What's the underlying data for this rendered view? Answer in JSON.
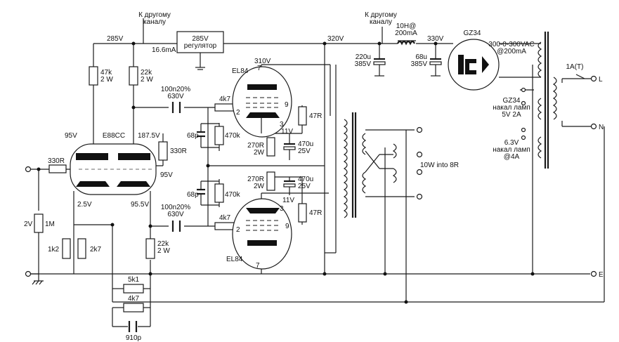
{
  "notes": {
    "other_channel_left": "К другому\nканалу",
    "other_channel_right": "К другому\nканалу"
  },
  "rails": {
    "v285": "285V",
    "v320": "320V",
    "v330": "330V",
    "current": "16.6mA"
  },
  "regulator": {
    "label": "285V\nрегулятор"
  },
  "choke": {
    "label": "10H@\n200mA"
  },
  "caps_supply": {
    "c220": "220u\n385V",
    "c68": "68u\n385V"
  },
  "rectifier": {
    "name": "GZ34"
  },
  "mains": {
    "secondary_hv": "300-0-300VAC\n@200mA",
    "fuse": "1A(T)",
    "heater_gz34": "GZ34\nнакал ламп\n5V 2A",
    "heater_63": "6.3V\nнакал ламп\n@4A",
    "L": "L",
    "N": "N",
    "E": "E"
  },
  "driver": {
    "tube": "E88CC",
    "r47k": "47k\n2 W",
    "r22k_top": "22k\n2 W",
    "r22k_bot": "22k\n2 W",
    "r330_cath": "330R",
    "v95_left": "95V",
    "v1875": "187.5V",
    "v95_right": "95V",
    "v25": "2.5V",
    "v955": "95.5V",
    "cap_top": "100n20%\n630V",
    "cap_bot": "100n20%\n630V"
  },
  "input": {
    "r330": "330R",
    "r1M": "1M",
    "v2": "2V",
    "r1k2": "1k2",
    "r2k7": "2k7"
  },
  "feedback": {
    "r5k1": "5k1",
    "r4k7": "4k7",
    "c910": "910p"
  },
  "output": {
    "tube": "EL84",
    "v310": "310V",
    "grid_res_top": "4k7",
    "grid_res_bot": "4k7",
    "c68p_top": "68p",
    "c68p_bot": "68p",
    "r470k_top": "470k",
    "r470k_bot": "470k",
    "r47R_top": "47R",
    "r47R_bot": "47R",
    "r270_top": "270R\n2W",
    "r270_bot": "270R\n2W",
    "c470_top": "470u\n25V",
    "c470_bot": "470u\n25V",
    "v11_top": "11V",
    "v11_bot": "11V",
    "pin9_top": "9",
    "pin2_top": "2",
    "pin3_top": "3",
    "pin7_top": "7",
    "pin3_bot": "3",
    "pin2_bot": "2",
    "pin9_bot": "9",
    "pin7_bot": "7",
    "power": "10W into 8R"
  }
}
